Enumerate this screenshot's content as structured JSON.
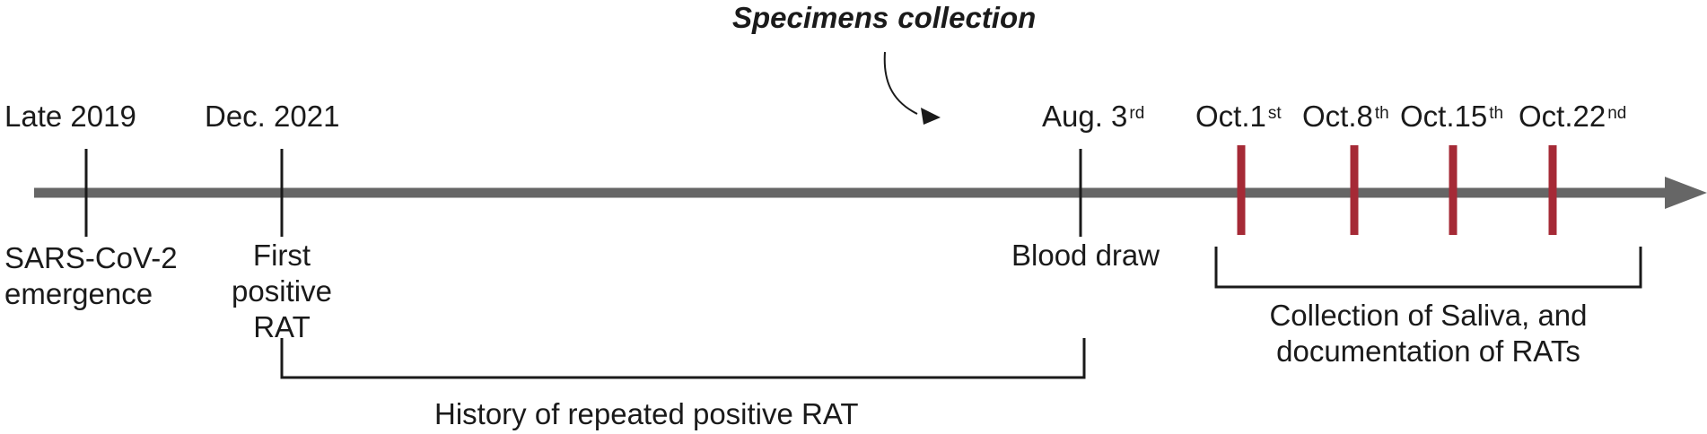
{
  "title": {
    "part1": "Specimens",
    "part2": "collection"
  },
  "timeline": {
    "axis_color": "#666666",
    "collection_tick_color": "#a52a36",
    "events": [
      {
        "date": "Late 2019",
        "desc_lines": [
          "SARS-CoV-2",
          "emergence"
        ]
      },
      {
        "date": "Dec. 2021",
        "desc_lines": [
          "First",
          "positive",
          "RAT"
        ]
      },
      {
        "date_main": "Aug. 3",
        "date_sup": "rd",
        "desc_lines": [
          "Blood draw"
        ]
      }
    ],
    "collection_dates": [
      {
        "main": "Oct.1",
        "sup": "st"
      },
      {
        "main": "Oct.8",
        "sup": "th"
      },
      {
        "main": "Oct.15",
        "sup": "th"
      },
      {
        "main": "Oct.22",
        "sup": "nd"
      }
    ]
  },
  "brackets": {
    "history": "History of repeated positive RAT",
    "collection_lines": [
      "Collection of Saliva, and",
      "documentation of RATs"
    ]
  }
}
